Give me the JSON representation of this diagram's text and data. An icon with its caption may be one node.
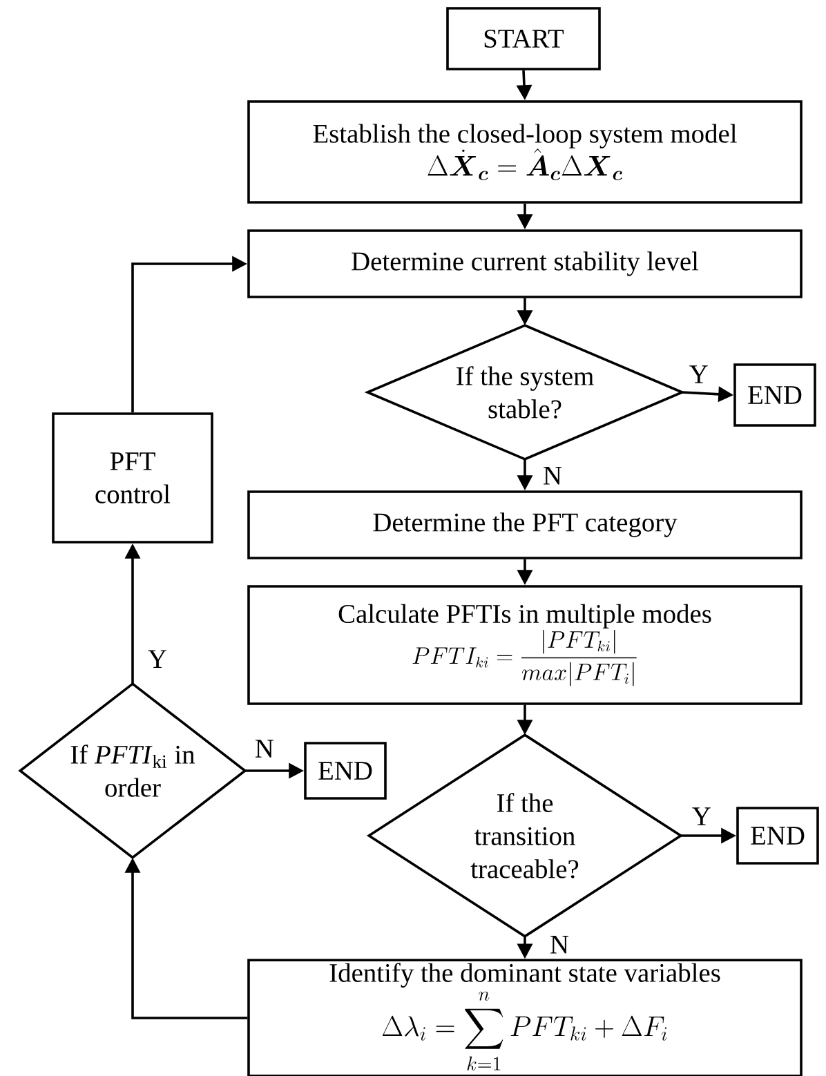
{
  "diagram": {
    "nodes": [
      {
        "text": [
          "START"
        ]
      },
      {
        "text": [
          "Establish the closed-loop system model",
          "\\Delta\\dot{\\boldsymbol{X}}_{\\boldsymbol{c}} = \\hat{\\boldsymbol{A}}_{\\boldsymbol{c}}\\Delta\\boldsymbol{X}_{\\boldsymbol{c}}"
        ]
      },
      {
        "text": [
          "Determine current stability level"
        ]
      },
      {
        "text": [
          "If the system stable?"
        ]
      },
      {
        "text": [
          "END"
        ]
      },
      {
        "text": [
          "Determine the PFT category"
        ]
      },
      {
        "text": [
          "Calculate PFTIs in multiple modes",
          "PFTI_{ki}=\\frac{|PFT_{ki}|}{max|PFT_i|}"
        ]
      },
      {
        "text": [
          "If the transition traceable?"
        ]
      },
      {
        "text": [
          "END"
        ]
      },
      {
        "text": [
          "Identify the dominant state variables",
          "\\Delta\\lambda_i=\\sum_{k=1}^{n}PFT_{ki}+\\Delta F_i"
        ]
      },
      {
        "text": [
          "If *PFTI*$_{ki}$ in order"
        ]
      },
      {
        "text": [
          "END"
        ]
      },
      {
        "text": [
          "PFT control"
        ]
      }
    ],
    "edges": [
      {
        "from": 0,
        "to": 1,
        "arrow": "to"
      },
      {
        "from": 1,
        "to": 2,
        "arrow": "to"
      },
      {
        "from": 2,
        "to": 3,
        "arrow": "to"
      },
      {
        "from": 3,
        "to": 4,
        "arrow": "to",
        "label": "Y"
      },
      {
        "from": 3,
        "to": 5,
        "arrow": "to",
        "label": "N"
      },
      {
        "from": 5,
        "to": 6,
        "arrow": "to"
      },
      {
        "from": 6,
        "to": 7,
        "arrow": "to"
      },
      {
        "from": 7,
        "to": 8,
        "arrow": "to",
        "label": "Y"
      },
      {
        "from": 7,
        "to": 9,
        "arrow": "to",
        "label": "N"
      },
      {
        "from": 9,
        "to": 10,
        "arrow": "to"
      },
      {
        "from": 10,
        "to": 11,
        "arrow": "to",
        "label": "N"
      },
      {
        "from": 10,
        "to": 12,
        "arrow": "to",
        "label": "Y"
      },
      {
        "from": 12,
        "to": 2,
        "arrow": "to"
      }
    ]
  }
}
